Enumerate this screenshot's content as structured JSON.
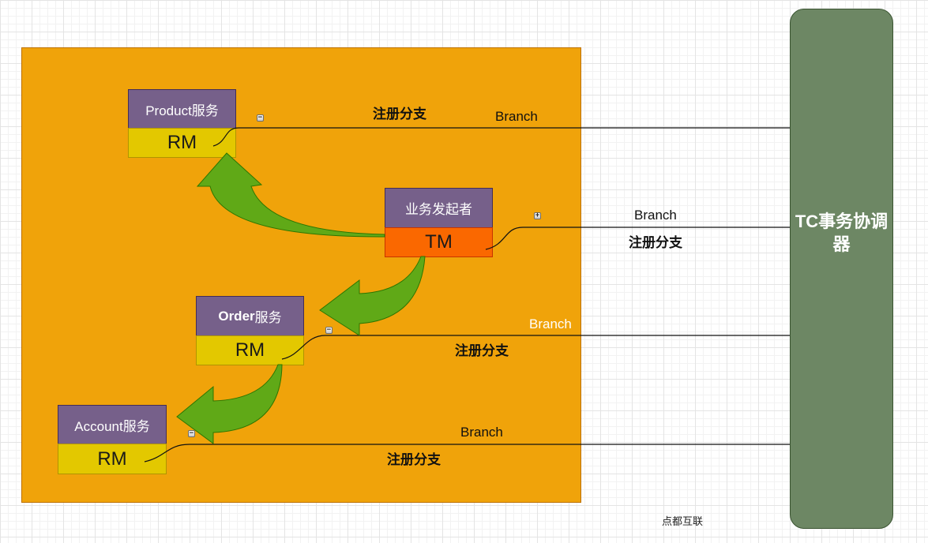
{
  "coordinator": {
    "label": "TC事务协调器"
  },
  "services": {
    "product": {
      "title": "Product服务",
      "role": "RM"
    },
    "initiator": {
      "title": "业务发起者",
      "role": "TM"
    },
    "order": {
      "title_bold": "Order",
      "title_rest": "服务",
      "role": "RM"
    },
    "account": {
      "title": "Account服务",
      "role": "RM"
    }
  },
  "connections": {
    "product": {
      "branch": "Branch",
      "register": "注册分支"
    },
    "initiator": {
      "branch": "Branch",
      "register": "注册分支"
    },
    "order": {
      "branch": "Branch",
      "register": "注册分支"
    },
    "account": {
      "branch": "Branch",
      "register": "注册分支"
    }
  },
  "toggles": {
    "product": {
      "icon": "collapse-icon",
      "glyph": "−"
    },
    "initiator": {
      "icon": "expand-icon",
      "glyph": "+"
    },
    "order": {
      "icon": "collapse-icon",
      "glyph": "−"
    },
    "account": {
      "icon": "collapse-icon",
      "glyph": "−"
    }
  },
  "footer": "点都互联",
  "colors": {
    "container": "#f0a30a",
    "coordinator": "#6d8764",
    "header": "#76608a",
    "rm": "#e3c800",
    "tm": "#fa6800",
    "arrow": "#60a917"
  }
}
